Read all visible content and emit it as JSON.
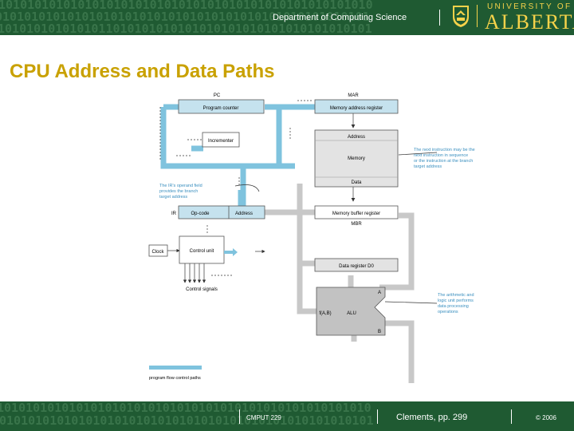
{
  "header": {
    "binary_rows": [
      "1010101010101010101010101010101010101010101010101010",
      "0101010101010101010101010101010101010101010101010101",
      "1010101010101011010101010101010101010101010101010101"
    ],
    "department": "Department of Computing Science",
    "university_line": "UNIVERSITY OF",
    "university_name": "ALBERTA"
  },
  "slide": {
    "title": "CPU Address and Data Paths"
  },
  "diagram": {
    "pc": "PC",
    "program_counter": "Program counter",
    "mar": "MAR",
    "mar_box": "Memory address register",
    "incrementer": "Incrementer",
    "mem_address": "Address",
    "mem_memory": "Memory",
    "mem_data": "Data",
    "branch_note": [
      "The next instruction may be the",
      "next instruction in sequence",
      "or the instruction at the branch",
      "target address"
    ],
    "ir_note": [
      "The IR's operand field",
      "provides the branch",
      "target address"
    ],
    "ir": "IR",
    "op_code": "Op-code",
    "address": "Address",
    "mbr_box": "Memory buffer register",
    "mbr": "MBR",
    "clock": "Clock",
    "control_unit": "Control unit",
    "control_signals": "Control signals",
    "data_reg": "Data register D0",
    "alu": "ALU",
    "fab": "f(A,B)",
    "a": "A",
    "b": "B",
    "alu_note": [
      "The arithmetic and",
      "logic unit performs",
      "data processing",
      "operations"
    ],
    "legend": "program flow control paths"
  },
  "footer": {
    "binary_rows": [
      "1010101010101010101010101010101010101010101010101010",
      "0101010101010101010101010101010101010101010101010101"
    ],
    "course": "CMPUT 229",
    "reference": "Clements, pp. 299",
    "copyright": "© 2006"
  },
  "colors": {
    "header_green": "#1f5a32",
    "title_gold": "#c9a100",
    "path_blue": "#7fc3de",
    "box_blue": "#c5e2ee",
    "annotation_blue": "#3a8fbf",
    "memory_gray": "#e3e3e3"
  }
}
